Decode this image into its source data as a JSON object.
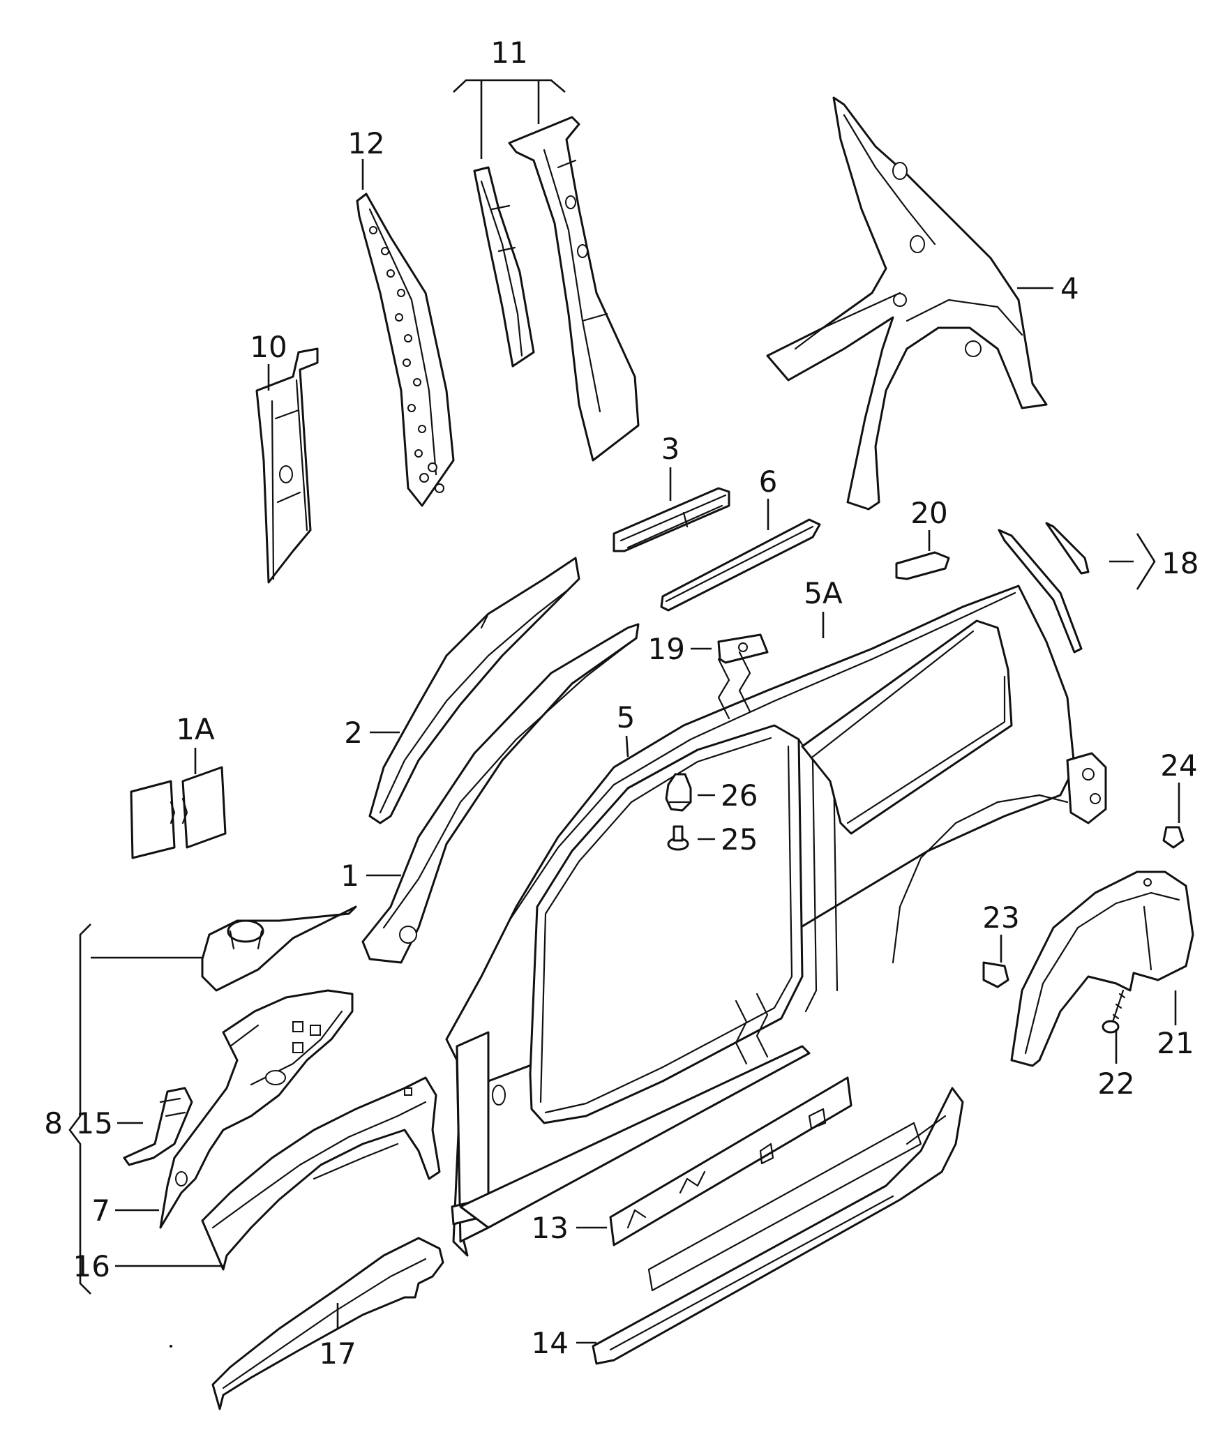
{
  "diagram": {
    "callouts": {
      "p1": "1",
      "p1A": "1A",
      "p2": "2",
      "p3": "3",
      "p4": "4",
      "p5": "5",
      "p5A": "5A",
      "p6": "6",
      "p7": "7",
      "p8": "8",
      "p10": "10",
      "p11": "11",
      "p12": "12",
      "p13": "13",
      "p14": "14",
      "p15": "15",
      "p16": "16",
      "p17": "17",
      "p18": "18",
      "p19": "19",
      "p20": "20",
      "p21": "21",
      "p22": "22",
      "p23": "23",
      "p24": "24",
      "p25": "25",
      "p26": "26"
    },
    "colors": {
      "line": "#111111",
      "background": "#ffffff"
    }
  }
}
